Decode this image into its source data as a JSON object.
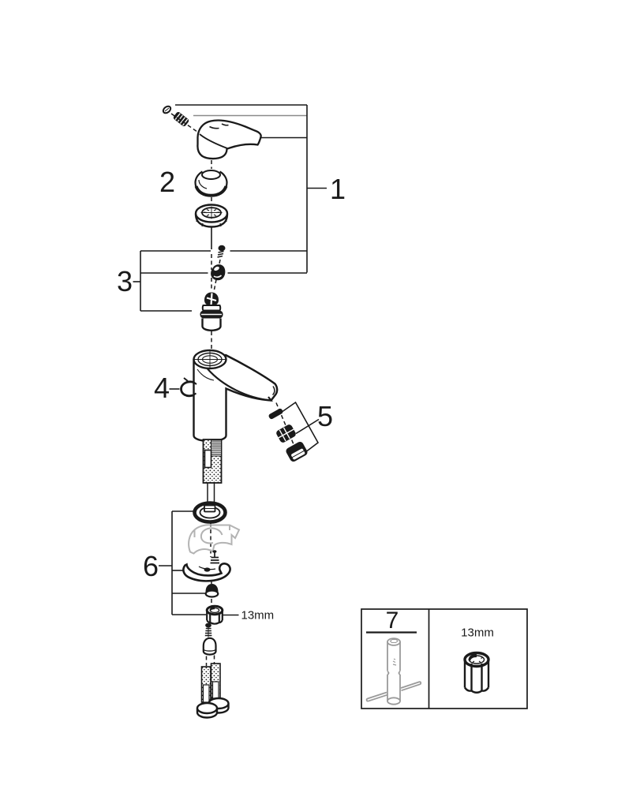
{
  "diagram": {
    "background": "#ffffff",
    "line_color": "#1a1a1a",
    "ghost_part_color": "#b3b3b3",
    "tool_color": "#9a9a9a",
    "labels": {
      "p1": "1",
      "p2": "2",
      "p3": "3",
      "p4": "4",
      "p5": "5",
      "p6": "6",
      "p7": "7"
    },
    "callouts": {
      "hex_nut_size": "13mm",
      "tool_size": "13mm"
    }
  }
}
